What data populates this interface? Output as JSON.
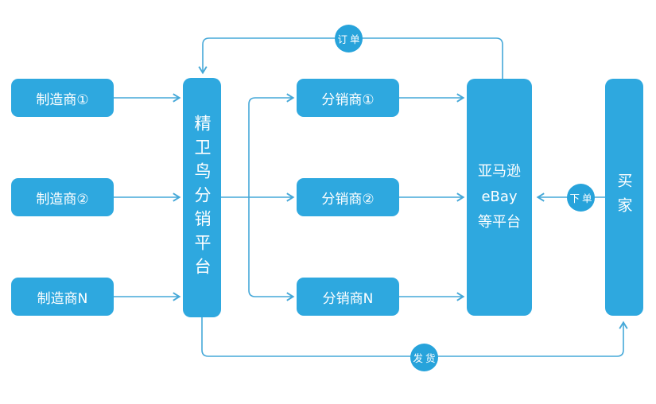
{
  "diagram": {
    "type": "flowchart",
    "colors": {
      "node_fill": "#2ea8df",
      "circle_fill": "#27a3db",
      "connector_line": "#45a8d8",
      "text": "#ffffff",
      "background": "#ffffff"
    },
    "manufacturers": [
      {
        "label": "制造商①"
      },
      {
        "label": "制造商②"
      },
      {
        "label": "制造商N"
      }
    ],
    "platform": {
      "label": "精卫鸟分销平台"
    },
    "distributors": [
      {
        "label": "分销商①"
      },
      {
        "label": "分销商②"
      },
      {
        "label": "分销商N"
      }
    ],
    "marketplace": {
      "lines": [
        "亚马逊",
        "eBay",
        "等平台"
      ]
    },
    "buyer": {
      "label": "买家"
    },
    "flow_labels": {
      "order": "订单",
      "place_order": "下单",
      "ship": "发货"
    }
  }
}
